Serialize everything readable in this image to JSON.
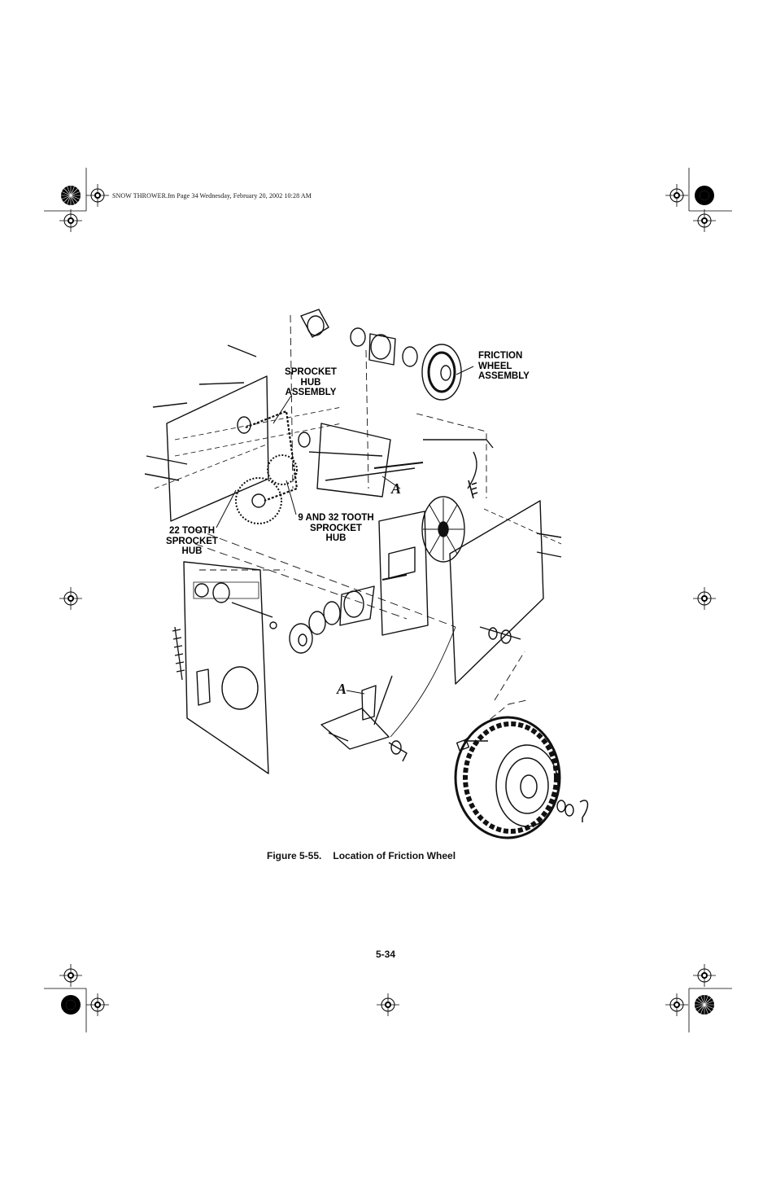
{
  "print_header": "SNOW THROWER.fm  Page 34  Wednesday, February 20, 2002  10:28 AM",
  "figure": {
    "callouts": {
      "friction_wheel": "FRICTION\nWHEEL\nASSEMBLY",
      "sprocket_hub": "SPROCKET\nHUB\nASSEMBLY",
      "nine_32_tooth": "9 AND 32 TOOTH\nSPROCKET\nHUB",
      "twenty_two_tooth": "22 TOOTH\nSPROCKET\nHUB"
    },
    "reference_letter": "A",
    "caption_number": "Figure 5-55.",
    "caption_title": "Location of Friction Wheel"
  },
  "page_number": "5-34"
}
